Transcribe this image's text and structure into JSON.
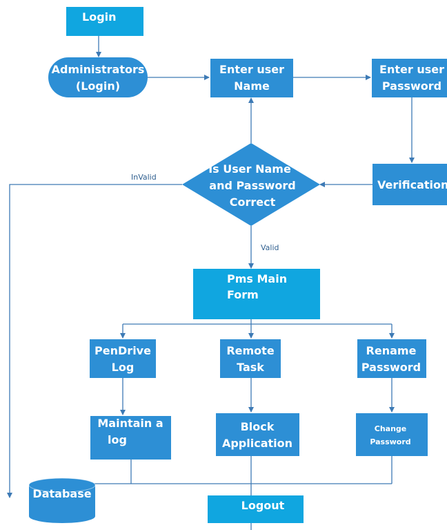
{
  "nodes": {
    "login": "Login",
    "admin_line1": "Administrators",
    "admin_line2": "(Login)",
    "enter_user_line1": "Enter user",
    "enter_user_line2": "Name",
    "enter_pass_line1": "Enter user",
    "enter_pass_line2": "Password",
    "decision_line1": "Is User Name",
    "decision_line2": "and Password",
    "decision_line3": "Correct",
    "verification": "Verification",
    "pms_line1": "Pms Main",
    "pms_line2": "Form",
    "pendrive_line1": "PenDrive",
    "pendrive_line2": "Log",
    "remote_line1": "Remote",
    "remote_line2": "Task",
    "rename_line1": "Rename",
    "rename_line2": "Password",
    "maintain_line1": "Maintain a",
    "maintain_line2": "log",
    "block_line1": "Block",
    "block_line2": "Application",
    "change_line1": "Change",
    "change_line2": "Password",
    "database": "Database",
    "logout": "Logout"
  },
  "edges": {
    "invalid": "InValid",
    "valid": "Valid"
  },
  "colors": {
    "box": "#2d8fd5",
    "box_cyan": "#10a6e0",
    "line": "#3d7ab5"
  }
}
